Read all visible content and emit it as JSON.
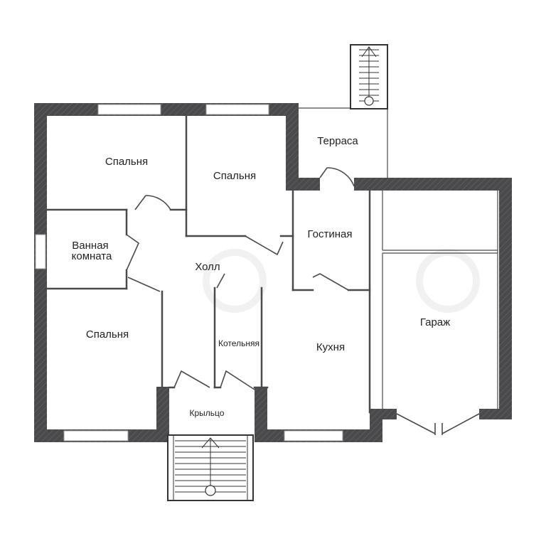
{
  "rooms": {
    "bedroom_top_left": "Спальня",
    "bedroom_top_mid": "Спальня",
    "bedroom_bottom_left": "Спальня",
    "bathroom_line1": "Ванная",
    "bathroom_line2": "комната",
    "hall": "Холл",
    "terrace": "Терраса",
    "living": "Гостиная",
    "kitchen": "Кухня",
    "boiler": "Котельняя",
    "porch": "Крыльцо",
    "garage": "Гараж"
  },
  "colors": {
    "wall": "#4a4a4c",
    "background": "#ffffff",
    "text": "#222222"
  },
  "icons": [
    "stairs-icon",
    "stairs-icon"
  ]
}
